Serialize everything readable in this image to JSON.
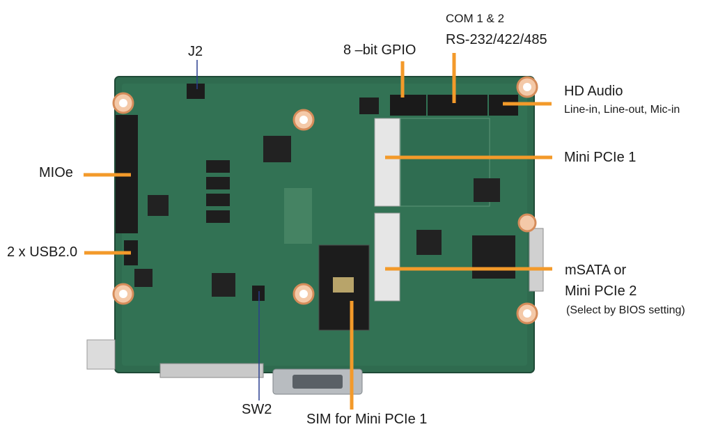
{
  "labels": {
    "j2": "J2",
    "gpio": "8 –bit GPIO",
    "com_line1": "COM 1 & 2",
    "com_line2": "RS-232/422/485",
    "hd_audio": "HD Audio",
    "hd_audio_sub": "Line-in, Line-out, Mic-in",
    "mioe": "MIOe",
    "mini_pcie1": "Mini PCIe 1",
    "usb": "2 x USB2.0",
    "msata_line1": "mSATA or",
    "msata_line2": "Mini PCIe 2",
    "msata_note": "(Select by BIOS setting)",
    "sw2": "SW2",
    "sim": "SIM for Mini PCIe 1"
  },
  "colors": {
    "callout_orange": "#f39a2a",
    "callout_blue": "#2a3f8f",
    "pcb_green": "#2f6b4f"
  }
}
